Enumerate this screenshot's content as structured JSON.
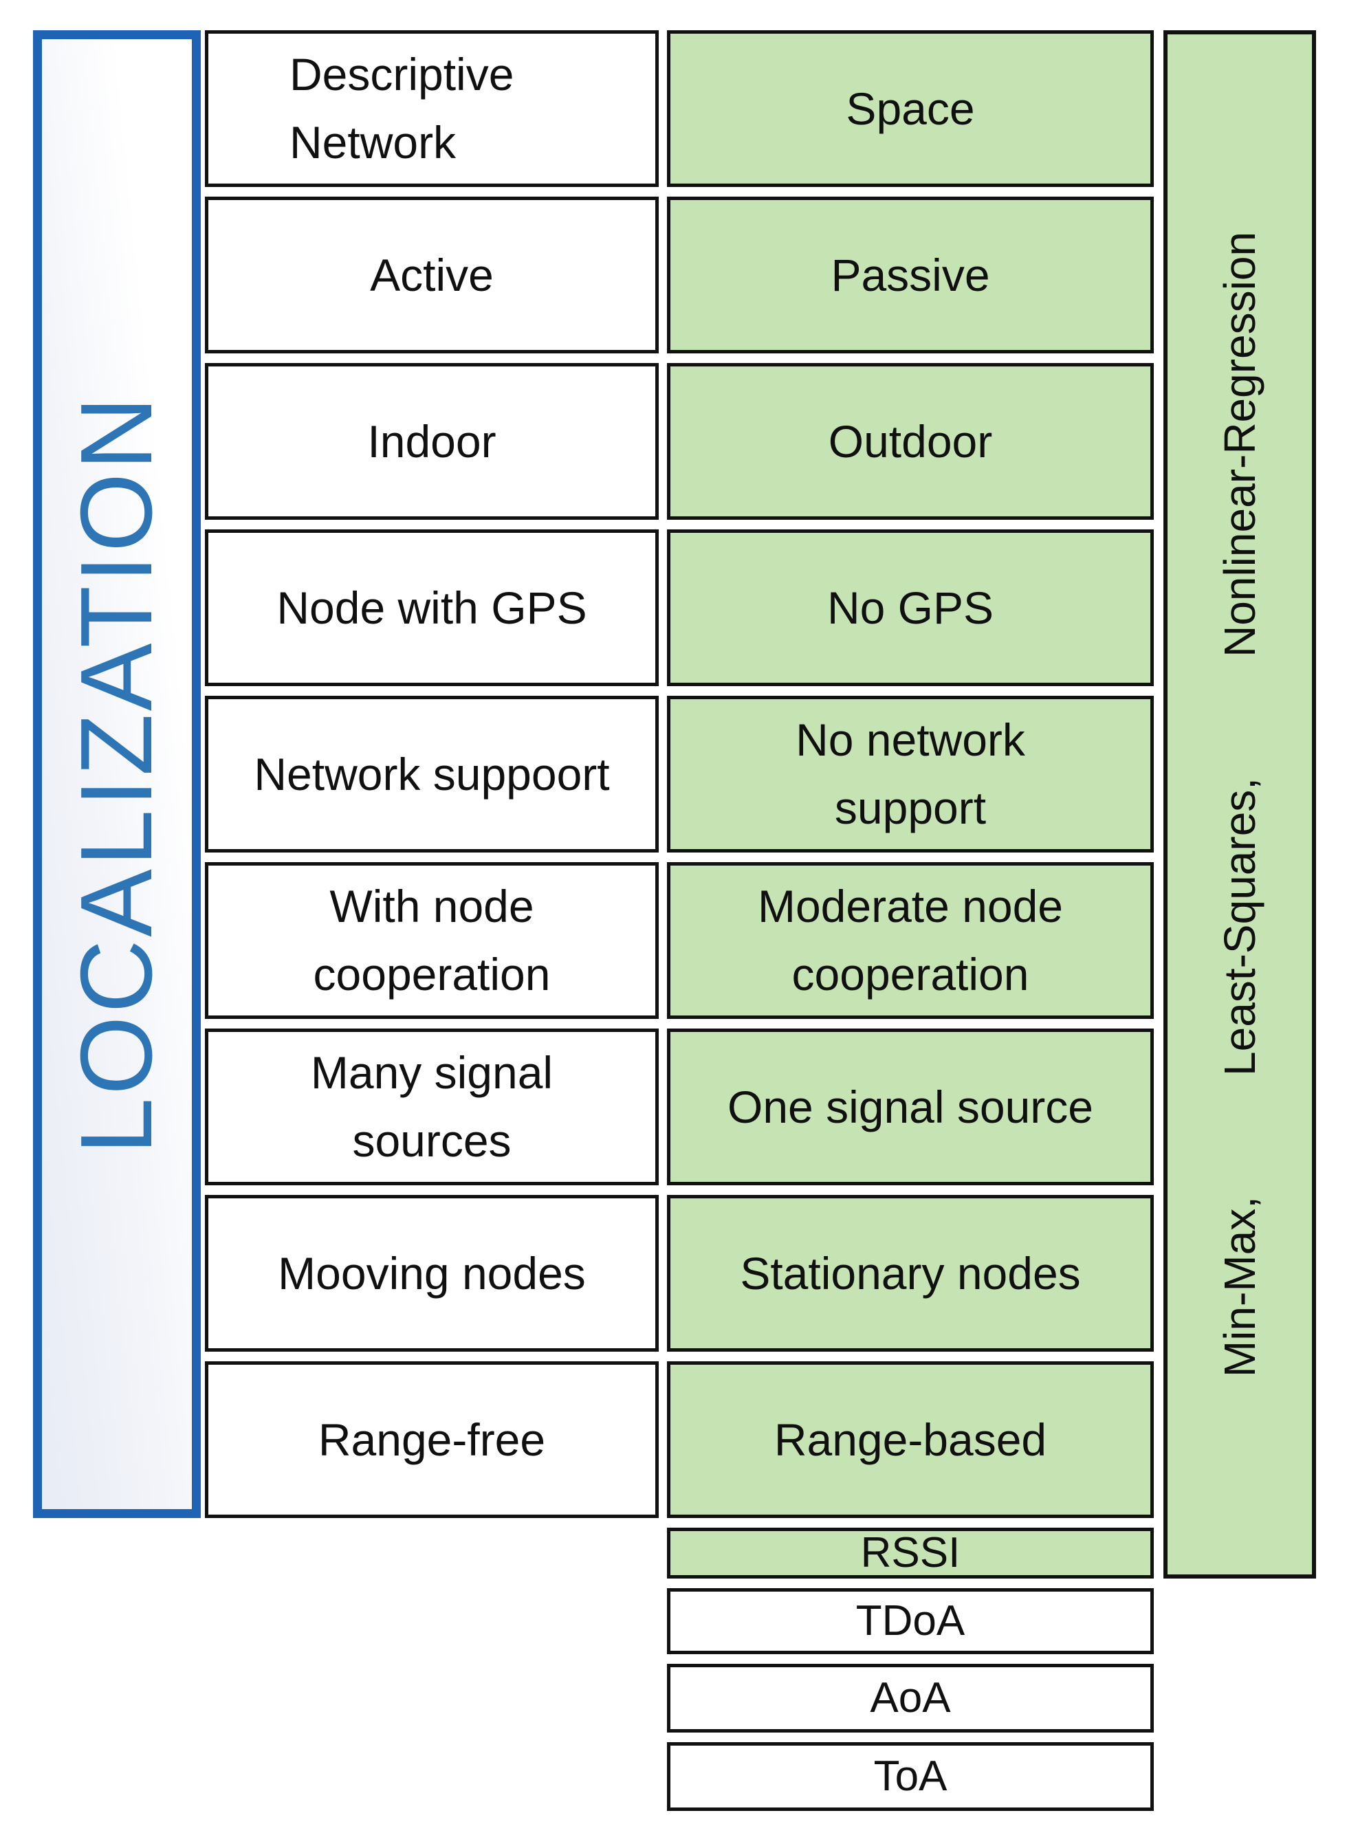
{
  "diagram": {
    "title": "LOCALIZATION",
    "rows": [
      {
        "left": "Descriptive\nNetwork",
        "right": "Space"
      },
      {
        "left": "Active",
        "right": "Passive"
      },
      {
        "left": "Indoor",
        "right": "Outdoor"
      },
      {
        "left": "Node with GPS",
        "right": "No GPS"
      },
      {
        "left": "Network suppoort",
        "right": "No network\nsupport"
      },
      {
        "left": "With node\ncooperation",
        "right": "Moderate node\ncooperation"
      },
      {
        "left": "Many signal\nsources",
        "right": "One signal source"
      },
      {
        "left": "Mooving nodes",
        "right": "Stationary nodes"
      },
      {
        "left": "Range-free",
        "right": "Range-based"
      }
    ],
    "range_based_methods": [
      "RSSI",
      "TDoA",
      "AoA",
      "ToA"
    ],
    "estimation_methods": [
      "Min-Max,",
      "Least-Squares,",
      "Nonlinear-Regression"
    ]
  },
  "colors": {
    "green_fill": "#c6e3b4",
    "blue_border": "#1f63b5",
    "blue_text": "#2e75b6",
    "cell_border": "#111111",
    "text_color": "#101010",
    "page_bg": "#ffffff"
  }
}
